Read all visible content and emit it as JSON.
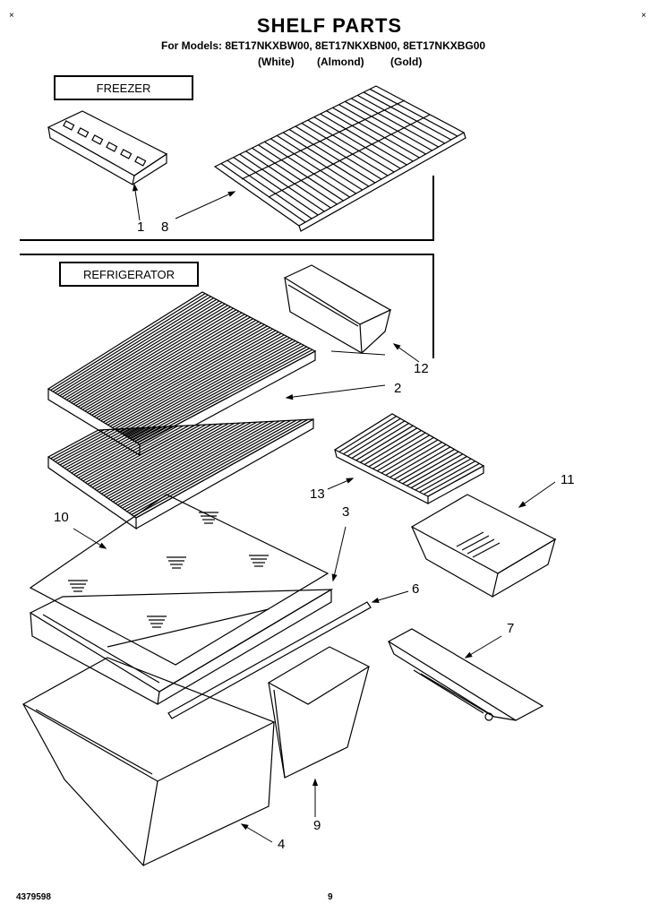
{
  "title": "SHELF PARTS",
  "models_line": "For Models: 8ET17NKXBW00, 8ET17NKXBN00, 8ET17NKXBG00",
  "colors": [
    "(White)",
    "(Almond)",
    "(Gold)"
  ],
  "sections": {
    "freezer": "FREEZER",
    "refrigerator": "REFRIGERATOR"
  },
  "callouts": [
    "1",
    "8",
    "12",
    "2",
    "13",
    "11",
    "10",
    "3",
    "6",
    "7",
    "9",
    "4"
  ],
  "footer": {
    "part_number": "4379598",
    "page": "9"
  },
  "corner_marks": {
    "left": "×",
    "right": "×"
  }
}
